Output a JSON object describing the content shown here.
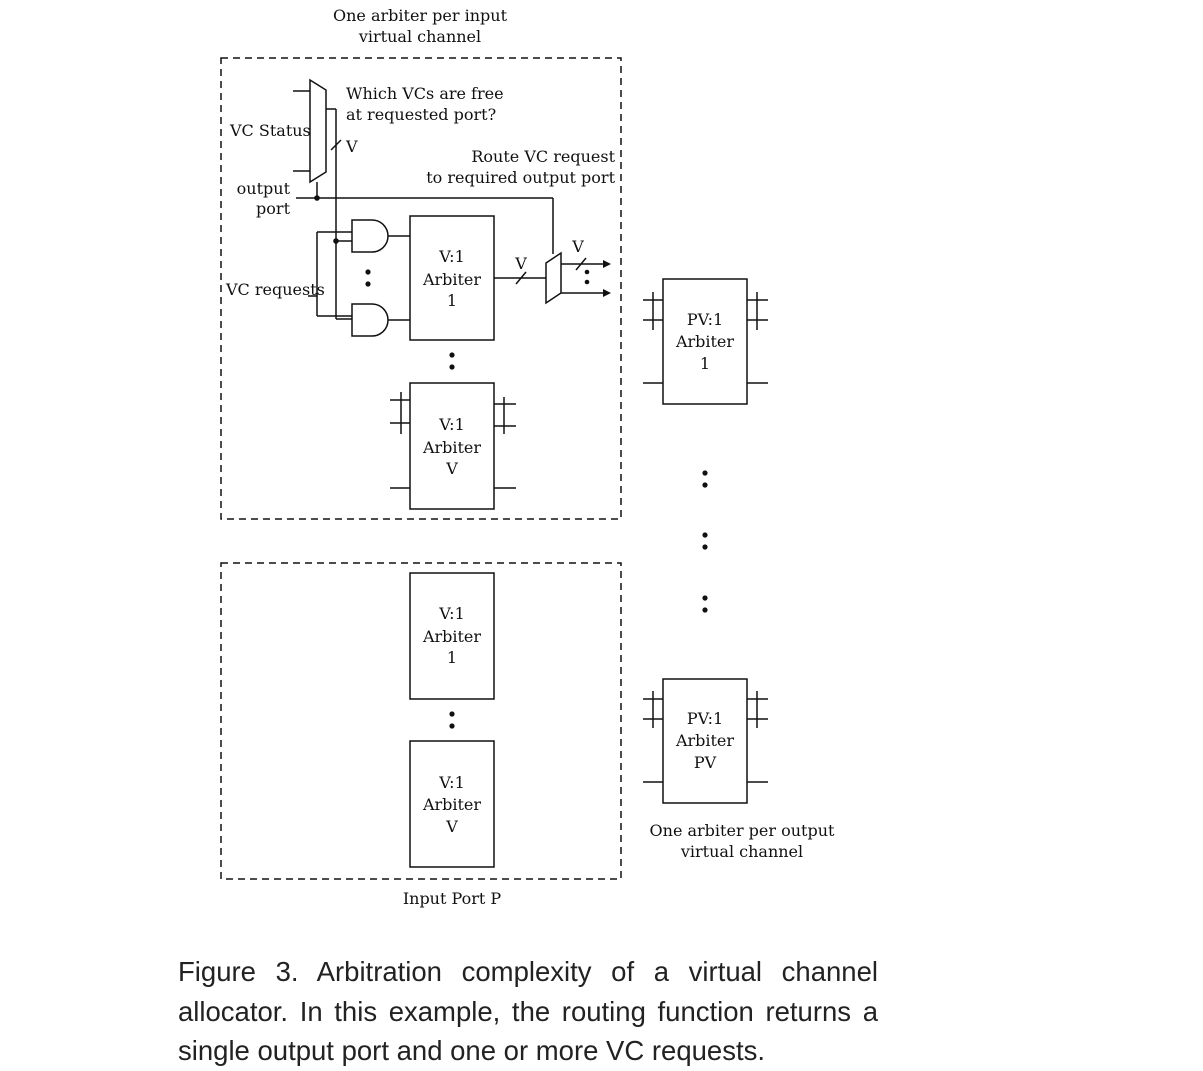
{
  "labels": {
    "top_header": [
      "One arbiter per input",
      "virtual channel"
    ],
    "which_vcs": [
      "Which VCs are free",
      "at requested port?"
    ],
    "vc_status": "VC Status",
    "v": "V",
    "route_vc": [
      "Route VC request",
      "to required output port"
    ],
    "output_port": [
      "output",
      "port"
    ],
    "vc_requests": "VC requests",
    "output_header": [
      "One arbiter per output",
      "virtual channel"
    ],
    "input_port_p": "Input Port P"
  },
  "arbiters": {
    "in1": [
      "V:1",
      "Arbiter",
      "1"
    ],
    "inV": [
      "V:1",
      "Arbiter",
      "V"
    ],
    "inP1": [
      "V:1",
      "Arbiter",
      "1"
    ],
    "inPV": [
      "V:1",
      "Arbiter",
      "V"
    ],
    "out1": [
      "PV:1",
      "Arbiter",
      "1"
    ],
    "outPV": [
      "PV:1",
      "Arbiter",
      "PV"
    ]
  },
  "caption": "Figure 3. Arbitration complexity of a virtual channel allocator. In this example, the routing function returns a single output port and one or more VC requests."
}
